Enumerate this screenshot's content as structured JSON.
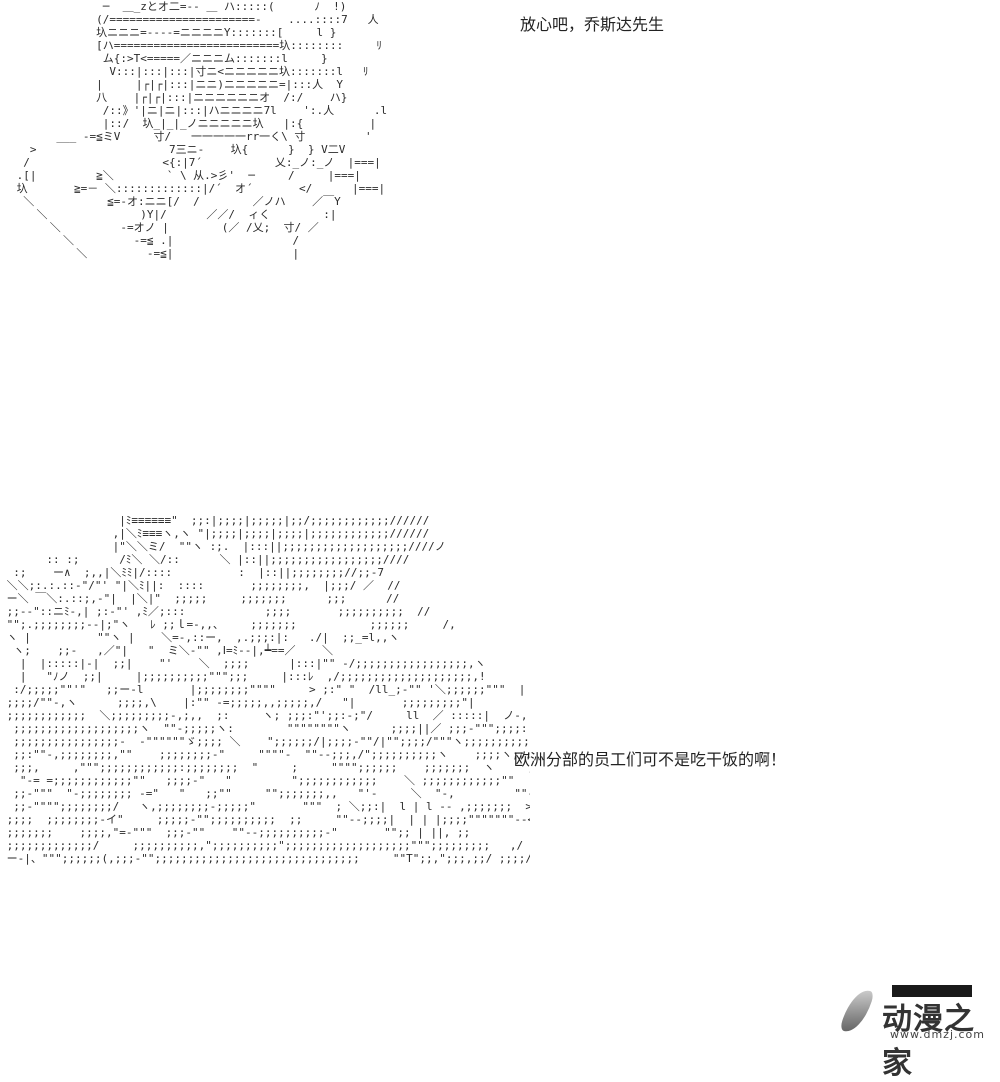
{
  "dialogue": {
    "line1": "放心吧，乔斯达先生",
    "line2": "欧洲分部的员工们可不是吃干饭的啊！"
  },
  "ascii_art": {
    "top": "              ─  ＿_zとオ二=-‐ ＿ ハ:::::(      ﾉ  !)\n             (/======================-    ....::::7   人\n             圦ニニニ=‐‐‐‐=ニニニニY:::::::[     l }\n             [ハ=========================圦::::::::     ﾘ\n              ム{:>T<=====／ニニニム:::::::l     }\n               V:::|:::|:::|寸ニ<ニニニニニ圦:::::::l   ﾘ\n             |     |┌|┌|:::|ニニ)ニニニニニ=|:::人  Y\n             八    |┌|┌|:::|ニニニニニニオ  /:/    ハ}\n              /::》'|ニ|ニ|:::|ハニニニニ7l    ':.人      .l\n              |::/  圦_|_|_ノニニニニニ圦   |:{          |\n       ___ -=≦ミV     寸/   一一一一一rr一く\\ 寸         '\n   >                    7三ニ-    圦{      }  } V二V\n  /                    <{:|7´           乂:_ノ:_ノ  |===|\n .[|         ≧＼        ` \\ 从.>彡'  ─     /     |===|\n 圦       ≧=－ ＼:::::::::::::|/´  オ´       </      |===|\n  ＼           ≦=-オ:ニニ[/  /        ／ノハ    ／￣Y\n    ＼              )Y|/      ／／/  ィく        :|\n      ＼         -=オノ |        (／ /乂;  寸/ ／\n        ＼         -=≦ .|                  /\n          ＼         -=≦|                  |",
    "bottom": "                  |ﾐ≡≡≡≡≡≡\"  ;;:|;;;;|;;;;;|;;/;;;;;;;;;;;;//////\n                 ,|＼ﾐ≡≡≡ヽ,ヽ \"|;;;;|;;;;|;;;;|;;;;;;;;;;;;//////\n                 |\"＼＼ミ/  \"\"ヽ :;.  |:::||;;;;;;;;;;;;;;;;;;;////ノ\n       :: :;      /ﾐ＼ ＼/::      ＼ |::||;;;;;;;;;;;;;;;;;////\n  :;    ー∧  ;,,|＼ﾐﾐ|/::::          :  |::||;;;;;;;;//;;-7\n ＼＼;:.:.::-\"/\"' \"|＼ﾐ||:  ::::       ;;;;;;;;,  |;;;/ ／  //\n ー＼ ￣＼:.::;,-\"|  |＼|\"  ;;;;;     ;;;;;;;      ;;;      //\n ;;--\"::ニﾐ-,| ;:-\"' ,ﾐ／;:::            ;;;;       ;;;;;;;;;;  //\n \"\";.;;;;;;;;--|;\"ヽ   ﾚ ;;ｌ=-,,、    ;;;;;;;           ;;;;;;     /,\n ヽ |          \"\"ヽ |    ＼=-,::ー,  ,.;;;:|:   ./|  ;;_=l,,ヽ\n  ヽ;    ;;-   ,／\"|   \"  ミ＼-\"\" ,Ⅰ=ﾐ--|,┷==／    ＼\n   |  |:::::|-|  ;;|    \"'    ＼  ;;;;      |:::|\"\" -/;;;;;;;;;;;;;;;;;,ヽ\n   |   \"ﾉノ  ;;|     |;;;;;;;;;;\"\"\";;;     |:::ﾚ  ,/;;;;;;;;;;;;;;;;;;;;,!\n  :/;;;;;\"\"'\"   ;;ー-l       |;;;;;;;;\"\"\"\"     > ;:\" \"  /ll_;-\"\" '＼;;;;;;\"\"\"  |\n ;;;;/\"\"-,ヽ      ;;;;,\\    |:\"\" -=;;;;;,,;;;;;,/   \"|       ;;;;;;;;;\"|\n ;;;;;;;;;;;;  ＼;;;;;;;;;-,;,,  ;:     ヽ; ;;;:\"';;:-;\"/     ll  ／ :::::|  ノ-,.\n  ;;;;;;;;;;;;;;;;;;;ヽ  \"\"-;;;;;ヽ:        \"\"\"\"\"\"\"\"ヽ      ;;;;||／ ;;;-\"\"\";;;;::::::::   ＼\n  ;;;;;;;;;;;;;;;;-  -\"\"\"\"\"\"ゞ;;;; ＼    \";;;;;;/|;;;;-\"\"/|\"\";;;;/\"\"\"ヽ;;;;;;;;;;    \"l\n  ;;:\"\"-,;;;;;;;;,\"\"    ;;;;;;;;-\"     \"\"\"\"-  \"\"--;;;,/\";;;;;;;;;;ヽ    ;;;;ヽ;;;;;;;;;;;;;|\n  ;;;,     ,\"\"\";;;;;;;;;;;;:;;;;;;;;  \"     ;     \"\"\"\";;;;;;    ;;;;;;;  ヽ     ;;,:\"\"\"\"\"\"\";;;;\n   \"-= =;;;;;;;;;;;;\"\"   ;;;;-\"   \"         \";;;;;;;;;;;;    ＼ ;;;;;;;;;;;;\"\"     \";;;;-\n  ;;-\"\"\"  \"-;;;;;;;; -=\"   \"   ;;\"\"     \"\";;;;;;;,,   \"'-     ＼  \"-,         \"\"-  ＼\n  ;;-\"\"\"\";;;;;;;;/   ヽ,;;;;;;;;-;;;;;\"       \"\"\"  ; ＼;;:|  l | l -- ,;;;;;;;  >-- - -,\n ;;;;  ;;;;;;;;-イ\"     ;;;;;-\"\";;;;;;;;;;  ;;     \"\"--;;;;|  | | |;;;;\"\"\"\"\"\"\"--<\"\"   ;;;;;;;\n ;;;;;;;    ;;;;,\"=-\"\"\"  ;;;-\"\"    \"\"--;;;;;;;;;;-\"       \"\";; | ||, ;;           ;;;;, ヽ\n ;;;;;;;;;;;;;/     ;;;;;;;;;;,\";;;;;;;;;;\";;;;;;;;;;;;;;;;;;;\"\"\";;;;;;;;;   ,/ \"\"\"\",.;;;;;;;;;;;;;;;;;;;\"\"\"\"  ;;;;;;;;;;;;;;;;;,\n ー-|、\"\"\";;;;;;(,;;;-\"\";;;;;;;;;;;;;;;;;;;;;;;;;;;;;;;     \"\"T\";;,\";;;,;;/ ;;;;/\"\"-;;;;;;;;;;;;;;;;;;;;;;;;;;;;;;;;;;;;;|"
  },
  "watermark": {
    "main": "动漫之家",
    "url": "www.dmzj.com"
  }
}
